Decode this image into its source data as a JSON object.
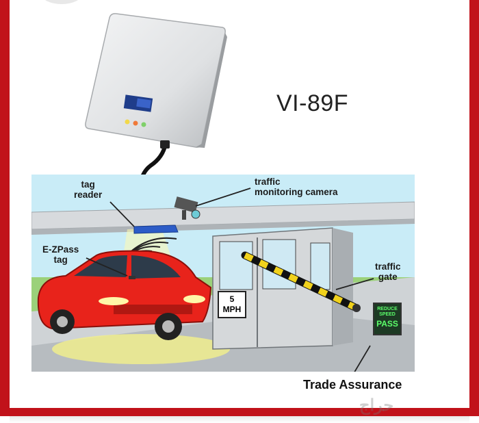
{
  "product": {
    "model": "VI-89F"
  },
  "scene": {
    "labels": {
      "tag_reader": [
        "tag",
        "reader"
      ],
      "camera": [
        "traffic",
        "monitoring camera"
      ],
      "ezpass": [
        "E-ZPass",
        "tag"
      ],
      "gate": [
        "traffic",
        "gate"
      ]
    },
    "speed_limit_sign": [
      "5",
      "MPH"
    ],
    "speed_display": {
      "top": [
        "REDUCE",
        "SPEED"
      ],
      "bottom": "PASS"
    }
  },
  "footer": {
    "caption": "Trade Assurance",
    "watermark": "حراج"
  },
  "colors": {
    "frame": "#c1121a",
    "car": "#e8231b",
    "sky": "#c9ecf7",
    "grass": "#9bd17a"
  }
}
